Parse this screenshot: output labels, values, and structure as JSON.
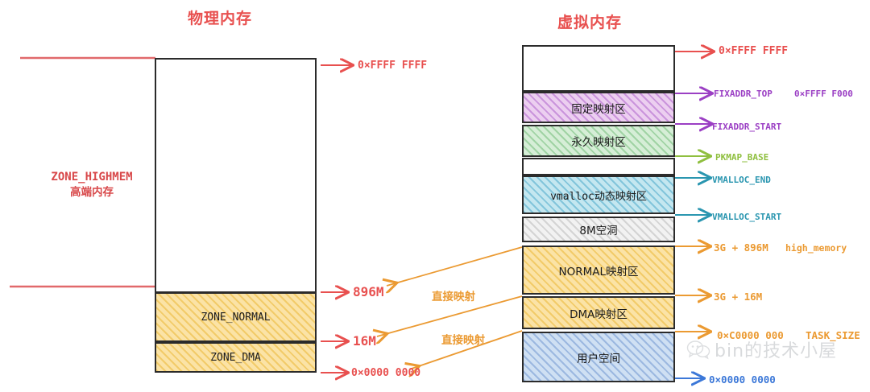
{
  "titles": {
    "physical": "物理内存",
    "virtual": "虚拟内存"
  },
  "physical_memory": {
    "bands": [
      {
        "label": "",
        "fill": "none"
      },
      {
        "label": "ZONE_NORMAL",
        "fill": "yellow"
      },
      {
        "label": "ZONE_DMA",
        "fill": "yellow"
      }
    ],
    "zone_label": {
      "name": "ZONE_HIGHMEM",
      "cn": "高端内存"
    },
    "markers": [
      {
        "text": "0×FFFF FFFF",
        "color": "#e8504f"
      },
      {
        "text": "896M",
        "color": "#e8504f"
      },
      {
        "text": "16M",
        "color": "#e8504f"
      },
      {
        "text": "0×0000 0000",
        "color": "#e8504f"
      }
    ]
  },
  "virtual_memory": {
    "bands": [
      {
        "label": "",
        "fill": "none"
      },
      {
        "label": "固定映射区",
        "fill": "purple"
      },
      {
        "label": "永久映射区",
        "fill": "green"
      },
      {
        "label": "",
        "fill": "none"
      },
      {
        "label": "vmalloc动态映射区",
        "fill": "cyan"
      },
      {
        "label": "8M空洞",
        "fill": "grey"
      },
      {
        "label": "NORMAL映射区",
        "fill": "yellow"
      },
      {
        "label": "DMA映射区",
        "fill": "yellow"
      },
      {
        "label": "用户空间",
        "fill": "blue"
      }
    ],
    "markers": [
      {
        "text": "0×FFFF FFFF",
        "color": "#e8504f"
      },
      {
        "text": "FIXADDR_TOP",
        "extra": "0×FFFF F000",
        "color": "#9b3fc4"
      },
      {
        "text": "FIXADDR_START",
        "color": "#9b3fc4"
      },
      {
        "text": "PKMAP_BASE",
        "color": "#8fbf3f"
      },
      {
        "text": "VMALLOC_END",
        "color": "#2a96b0"
      },
      {
        "text": "VMALLOC_START",
        "color": "#2a96b0"
      },
      {
        "text": "3G + 896M",
        "extra": "high_memory",
        "color": "#eb9a32"
      },
      {
        "text": "3G + 16M",
        "color": "#eb9a32"
      },
      {
        "text": "0×C0000 000",
        "extra": "TASK_SIZE",
        "color": "#eb9a32"
      },
      {
        "text": "0×0000 0000",
        "color": "#3c78d8"
      }
    ]
  },
  "mapping_captions": [
    {
      "text": "直接映射"
    },
    {
      "text": "直接映射"
    }
  ],
  "watermark": {
    "text": "bin的技术小屋",
    "icon": "wechat-icon"
  },
  "colors": {
    "red": "#e8504f",
    "purple": "#9b3fc4",
    "green": "#8fbf3f",
    "teal": "#2a96b0",
    "orange": "#eb9a32",
    "blue": "#3c78d8",
    "stroke": "#2b2b2b"
  }
}
